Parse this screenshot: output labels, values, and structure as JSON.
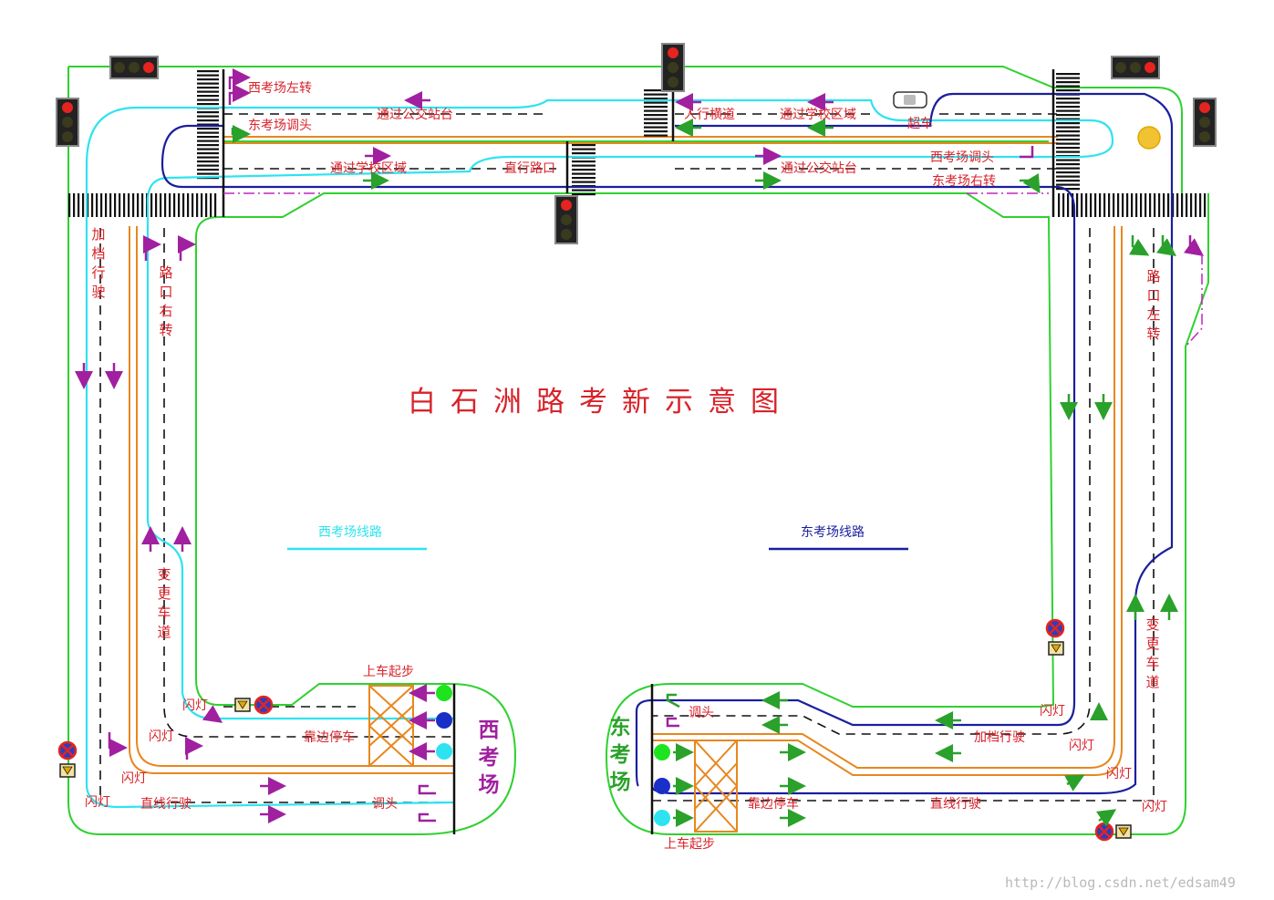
{
  "title": "白石洲路考新示意图",
  "legend": {
    "west": {
      "label": "西考场线路",
      "color": "#2ee3f0"
    },
    "east": {
      "label": "东考场线路",
      "color": "#1a1f9e"
    }
  },
  "sites": {
    "west": {
      "label": "西考场",
      "color": "#a020a0"
    },
    "east": {
      "label": "东考场",
      "color": "#2aa12a"
    }
  },
  "top_labels": {
    "west_left_turn": "西考场左转",
    "east_uturn_top": "东考场调头",
    "bus_stop_1": "通过公交站台",
    "crosswalk": "人行横道",
    "school_zone_1": "通过学校区域",
    "overtake": "超车",
    "school_zone_2": "通过学校区域",
    "straight_intersection": "直行路口",
    "bus_stop_2": "通过公交站台",
    "west_uturn": "西考场调头",
    "east_right_turn": "东考场右转"
  },
  "west_side": {
    "gear_drive": "加档行驶",
    "right_turn": "路口右转",
    "lane_change": "变更车道"
  },
  "east_side": {
    "left_turn": "路口左转",
    "lane_change": "变更车道"
  },
  "west_bottom": {
    "start": "上车起步",
    "blink_1": "闪灯",
    "blink_2": "闪灯",
    "blink_3": "闪灯",
    "blink_4": "闪灯",
    "pull_over": "靠边停车",
    "straight": "直线行驶",
    "uturn": "调头"
  },
  "east_bottom": {
    "uturn": "调头",
    "blink_1": "闪灯",
    "blink_2": "闪灯",
    "blink_3": "闪灯",
    "blink_4": "闪灯",
    "gear_drive": "加档行驶",
    "pull_over": "靠边停车",
    "straight": "直线行驶",
    "start": "上车起步"
  },
  "watermark": "http://blog.csdn.net/edsam49",
  "colors": {
    "road_edge": "#2fd12f",
    "orange": "#e8871e",
    "purple": "#a020a0",
    "green_arrow": "#2aa12a",
    "red_text": "#d8232a"
  }
}
